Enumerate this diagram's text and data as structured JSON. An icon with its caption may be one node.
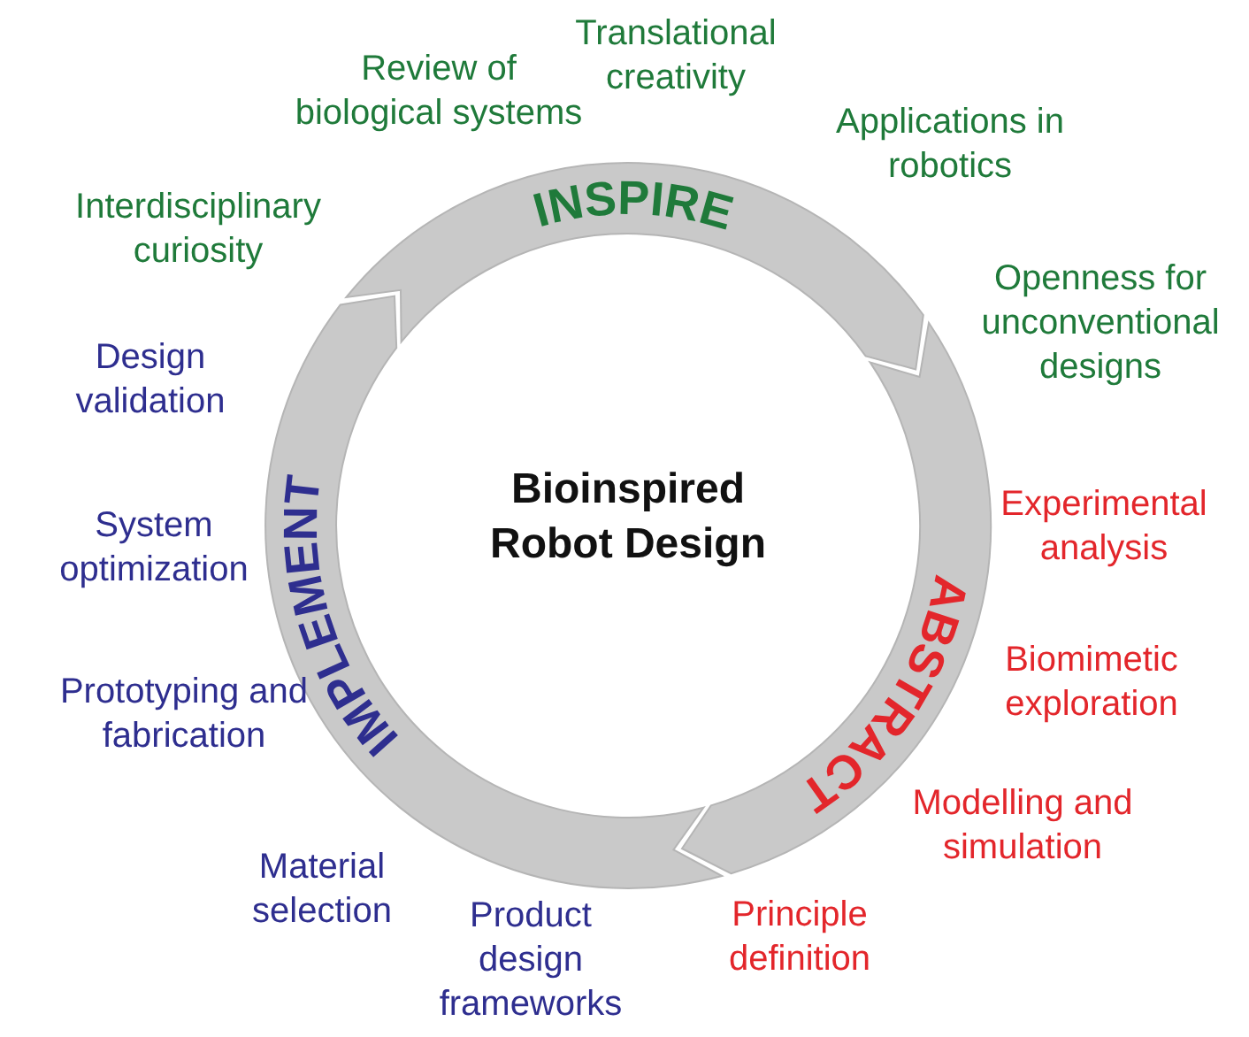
{
  "diagram": {
    "nodes": [
      {
        "text": [
          "INSPIRE"
        ],
        "beside": [
          "Interdisciplinary curiosity",
          "Review of biological systems",
          "Translational creativity",
          "Applications in robotics"
        ]
      },
      {
        "text": [
          "ABSTRACT"
        ],
        "beside": [
          "Experimental analysis",
          "Biomimetic exploration",
          "Modelling and simulation",
          "Principle definition"
        ]
      },
      {
        "text": [
          "IMPLEMENT"
        ],
        "beside": [
          "Product design frameworks",
          "Material selection",
          "Prototyping and fabrication",
          "System optimization",
          "Design validation"
        ]
      }
    ],
    "labels": [
      "Openness for unconventional designs",
      "Bioinspired Robot Design"
    ]
  }
}
